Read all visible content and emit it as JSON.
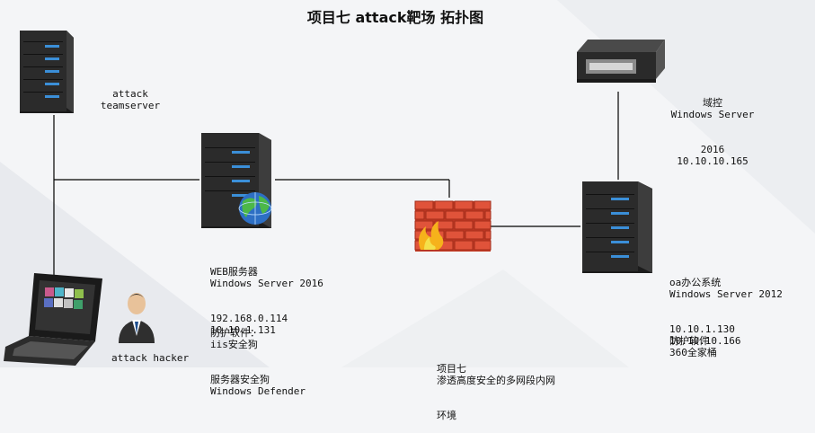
{
  "title": "项目七 attack靶场 拓扑图",
  "nodes": {
    "teamserver": {
      "lines": [
        "attack",
        "teamserver"
      ],
      "icon": "server-icon"
    },
    "web": {
      "lines": [
        "WEB服务器",
        "Windows Server 2016",
        "192.168.0.114",
        "10.10.1.131"
      ],
      "icon": "server-globe-icon"
    },
    "web_protection": {
      "lines": [
        "防护软件：",
        "iis安全狗",
        "服务器安全狗",
        "Windows Defender"
      ]
    },
    "dc": {
      "lines": [
        "域控",
        "Windows Server",
        "2016",
        "10.10.10.165"
      ],
      "icon": "rack-server-icon"
    },
    "oa": {
      "lines": [
        "oa办公系统",
        "Windows Server 2012",
        "10.10.1.130",
        "10.10.10.166"
      ],
      "icon": "server-icon"
    },
    "oa_protection": {
      "lines": [
        "防护软件",
        "360全家桶"
      ]
    },
    "hacker": {
      "lines": [
        "attack hacker"
      ],
      "icon": "laptop-icon"
    },
    "project": {
      "lines": [
        "项目七",
        "渗透高度安全的多网段内网",
        "环境"
      ]
    },
    "firewall": {
      "icon": "firewall-icon"
    }
  },
  "colors": {
    "server_dark": "#2a2a2a",
    "led_blue": "#3b8fd8",
    "brick": "#e0533a",
    "line": "#000000"
  }
}
